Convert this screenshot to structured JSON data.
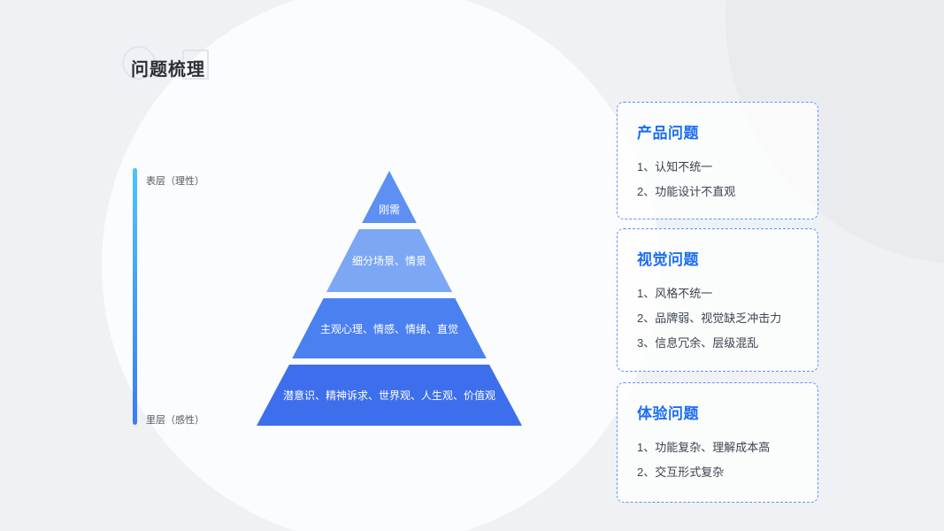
{
  "title": "问题梳理",
  "axis": {
    "top_label": "表层（理性）",
    "bottom_label": "里层（感性）"
  },
  "pyramid": {
    "levels": [
      {
        "label": "刚需",
        "color": "#5e8ff2"
      },
      {
        "label": "细分场景、情景",
        "color": "#7ca7f5"
      },
      {
        "label": "主观心理、情感、情绪、直觉",
        "color": "#4a80f0"
      },
      {
        "label": "潜意识、精神诉求、世界观、人生观、价值观",
        "color": "#3d6fec"
      }
    ]
  },
  "cards": [
    {
      "title": "产品问题",
      "items": [
        "1、认知不统一",
        "2、功能设计不直观"
      ]
    },
    {
      "title": "视觉问题",
      "items": [
        "1、风格不统一",
        "2、品牌弱、视觉缺乏冲击力",
        "3、信息冗余、层级混乱"
      ]
    },
    {
      "title": "体验问题",
      "items": [
        "1、功能复杂、理解成本高",
        "2、交互形式复杂"
      ]
    }
  ],
  "colors": {
    "accent": "#1b6cf5",
    "card_border": "#5b93f7",
    "axis_gradient_top": "#4ec3f8",
    "axis_gradient_bottom": "#3b7cf2"
  }
}
